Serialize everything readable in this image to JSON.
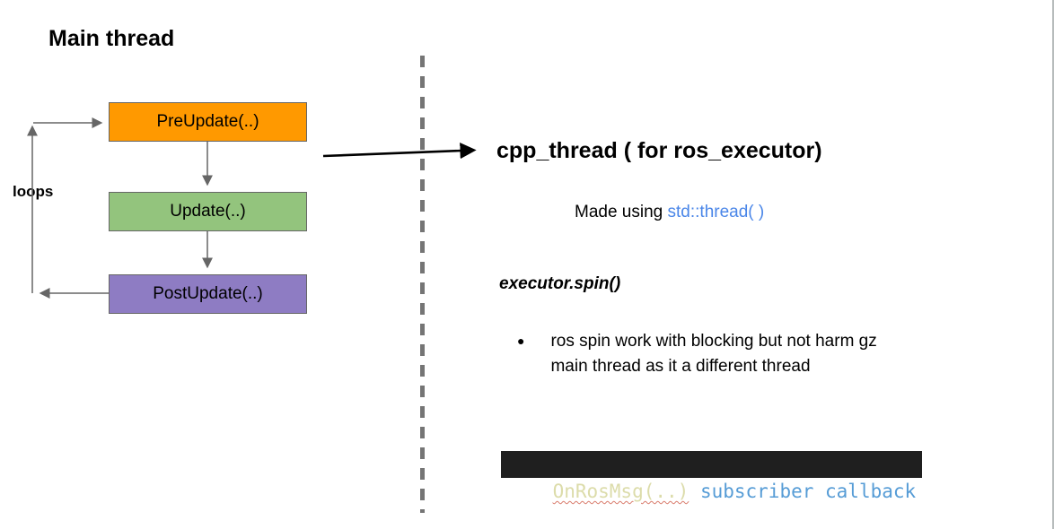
{
  "left_panel": {
    "title": "Main thread",
    "loop_label": "loops",
    "boxes": [
      {
        "label": "PreUpdate(..)",
        "fill": "#ff9900"
      },
      {
        "label": "Update(..)",
        "fill": "#93c47d"
      },
      {
        "label": "PostUpdate(..)",
        "fill": "#8e7cc3"
      }
    ],
    "box_border_color": "#666666",
    "arrow_color": "#666666",
    "cross_arrow_color": "#000000"
  },
  "divider": {
    "color": "#757575"
  },
  "right_panel": {
    "heading": "cpp_thread ( for ros_executor)",
    "made_using_prefix": "Made using ",
    "made_using_link": "std::thread( )",
    "link_color": "#4a86e8",
    "subheading": "executor.spin()",
    "bullet_lines": [
      "ros spin work with blocking but not harm gz",
      "main thread as it a different thread"
    ],
    "code": {
      "bg": "#1f1f1f",
      "tokens": [
        {
          "text": "OnRosMsg(..)",
          "color": "#dcdcaa"
        },
        {
          "text": " subscriber callback",
          "color": "#569cd6"
        }
      ]
    }
  }
}
